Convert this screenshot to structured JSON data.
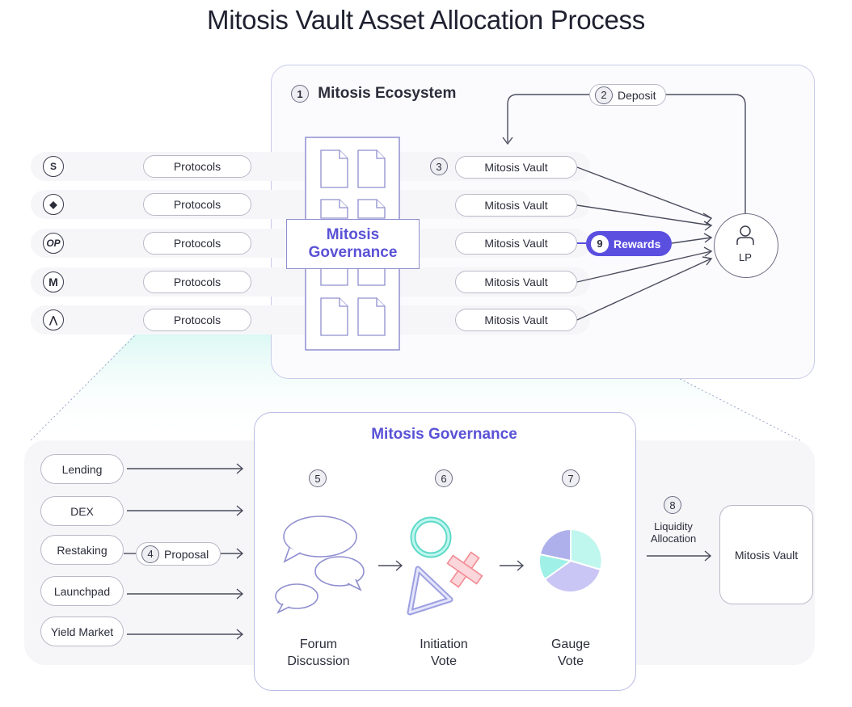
{
  "title": "Mitosis Vault Asset Allocation Process",
  "ecosystem": {
    "number": "1",
    "label": "Mitosis Ecosystem"
  },
  "deposit": {
    "number": "2",
    "label": "Deposit"
  },
  "vault_step_number": "3",
  "chains": [
    "S",
    "◆",
    "OP",
    "M",
    "⋀"
  ],
  "chain_icons": [
    "sonic-icon",
    "ethereum-icon",
    "optimism-icon",
    "mantle-icon",
    "arbitrum-icon"
  ],
  "protocols": [
    "Protocols",
    "Protocols",
    "Protocols",
    "Protocols",
    "Protocols"
  ],
  "vaults": [
    "Mitosis Vault",
    "Mitosis Vault",
    "Mitosis Vault",
    "Mitosis Vault",
    "Mitosis Vault"
  ],
  "governance_box": {
    "line1": "Mitosis",
    "line2": "Governance"
  },
  "rewards": {
    "number": "9",
    "label": "Rewards"
  },
  "lp": {
    "label": "LP"
  },
  "governance_panel": {
    "title": "Mitosis Governance"
  },
  "markets": [
    "Lending",
    "DEX",
    "Restaking",
    "Launchpad",
    "Yield Market"
  ],
  "proposal": {
    "number": "4",
    "label": "Proposal"
  },
  "steps": [
    {
      "number": "5",
      "line1": "Forum",
      "line2": "Discussion"
    },
    {
      "number": "6",
      "line1": "Initiation",
      "line2": "Vote"
    },
    {
      "number": "7",
      "line1": "Gauge",
      "line2": "Vote"
    }
  ],
  "allocation": {
    "number": "8",
    "line1": "Liquidity",
    "line2": "Allocation"
  },
  "target_vault": "Mitosis Vault",
  "colors": {
    "accent": "#5b4fe0",
    "mint": "#9ff0e6",
    "teal": "#5ed9c8",
    "coral": "#f28b94",
    "lavender": "#c9c6f5"
  }
}
